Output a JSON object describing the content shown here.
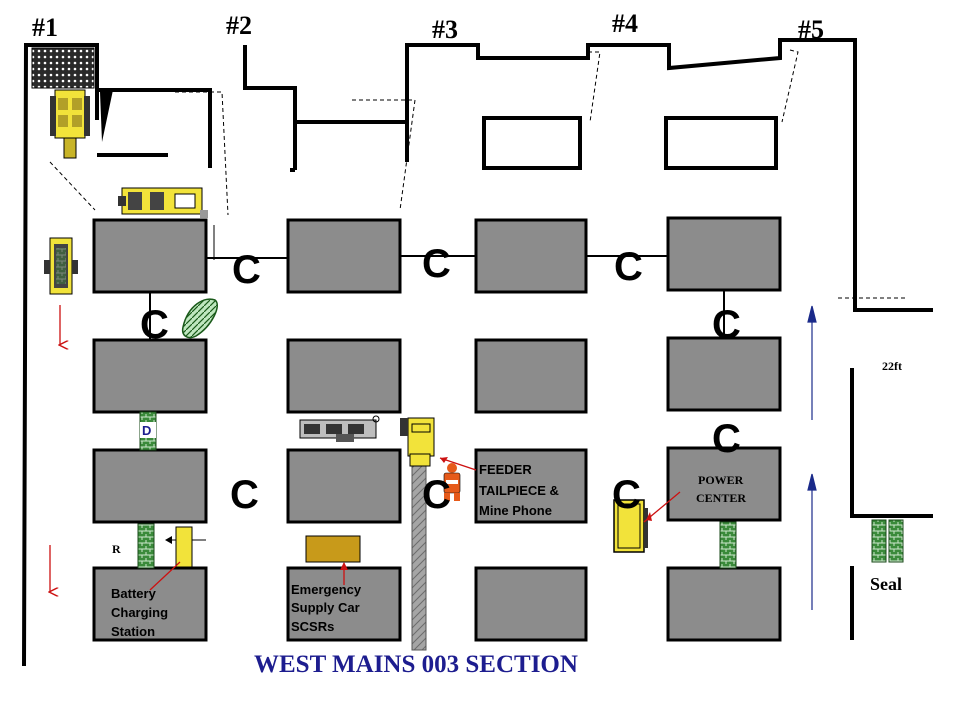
{
  "entries": [
    "#1",
    "#2",
    "#3",
    "#4",
    "#5"
  ],
  "crosscut_letter": "C",
  "labels": {
    "width": "22ft",
    "seal": "Seal",
    "power_center": [
      "POWER",
      "CENTER"
    ],
    "feeder": [
      "FEEDER",
      "TAILPIECE &",
      "Mine Phone"
    ],
    "battery": [
      "Battery",
      "Charging",
      "Station"
    ],
    "emergency": [
      "Emergency",
      "Supply Car",
      "SCSRs"
    ],
    "r_marker": "R",
    "d_marker": "D",
    "section_title": "WEST MAINS 003 SECTION"
  },
  "colors": {
    "pillar": "#8c8c8c",
    "stopping": "#3a8a3a",
    "equipment": "#f2e33a",
    "airflow_return": "#cc1111",
    "airflow_intake": "#1a2a8a",
    "belt": "#9a9a9a",
    "supply_car": "#c89a1a",
    "title": "#1d1d8f"
  }
}
